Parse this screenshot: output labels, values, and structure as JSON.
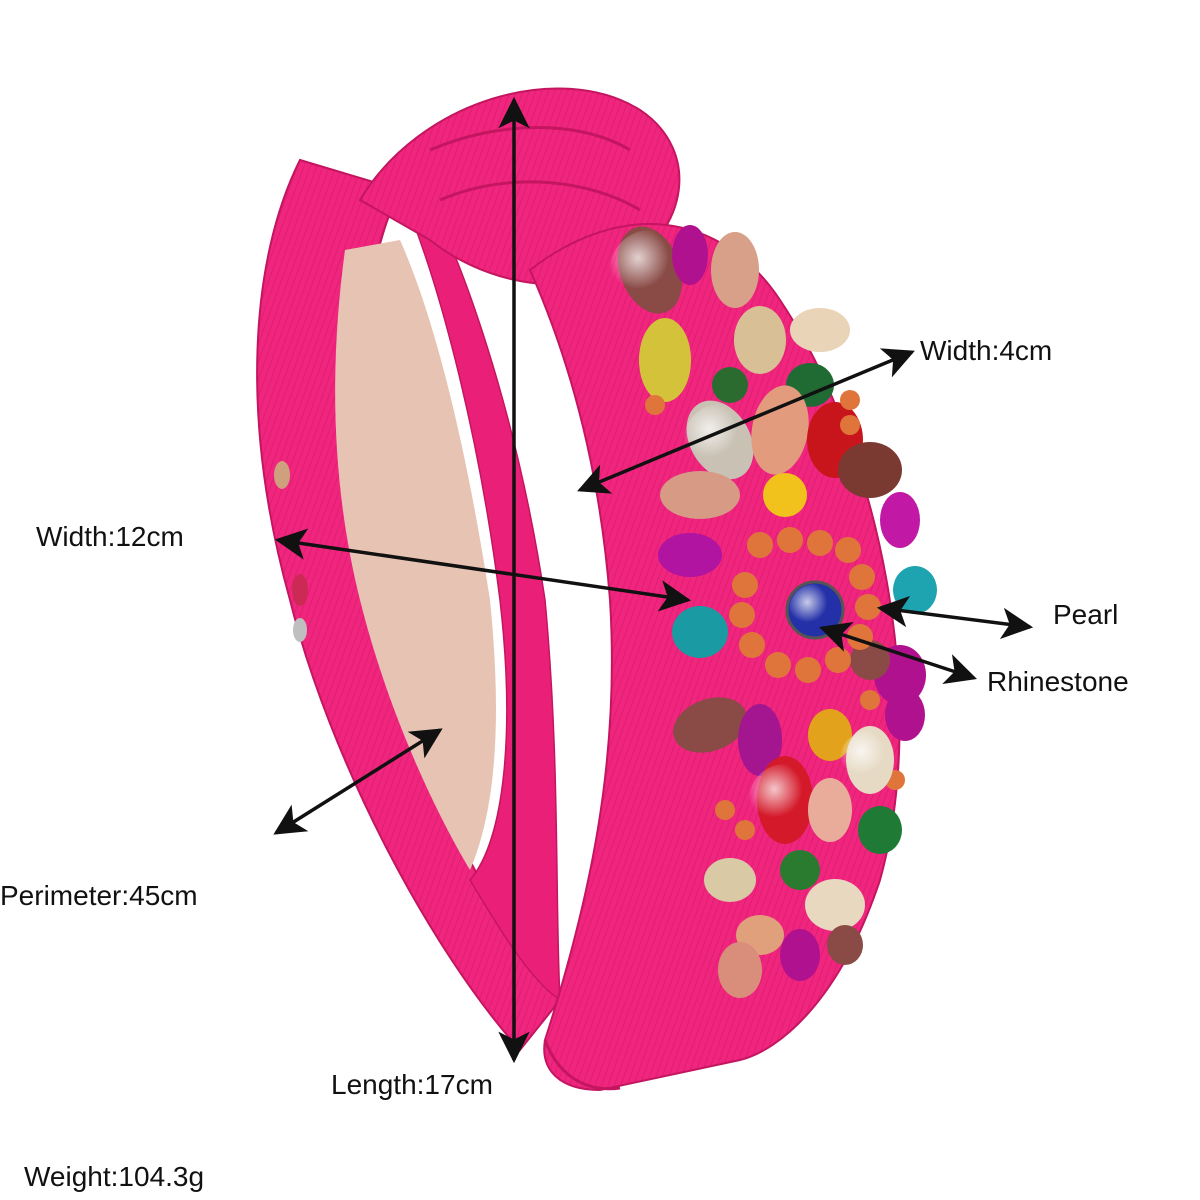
{
  "labels": {
    "width_band": "Width:4cm",
    "width_overall": "Width:12cm",
    "pearl": "Pearl",
    "rhinestone": "Rhinestone",
    "perimeter": "Perimeter:45cm",
    "length": "Length:17cm",
    "weight": "Weight:104.3g"
  },
  "colors": {
    "band": "#f0267e",
    "band_shadow": "#c41560",
    "band_highlight": "#ff5aa3",
    "inner_lining": "#e7c3b3",
    "arrow": "#111111"
  }
}
